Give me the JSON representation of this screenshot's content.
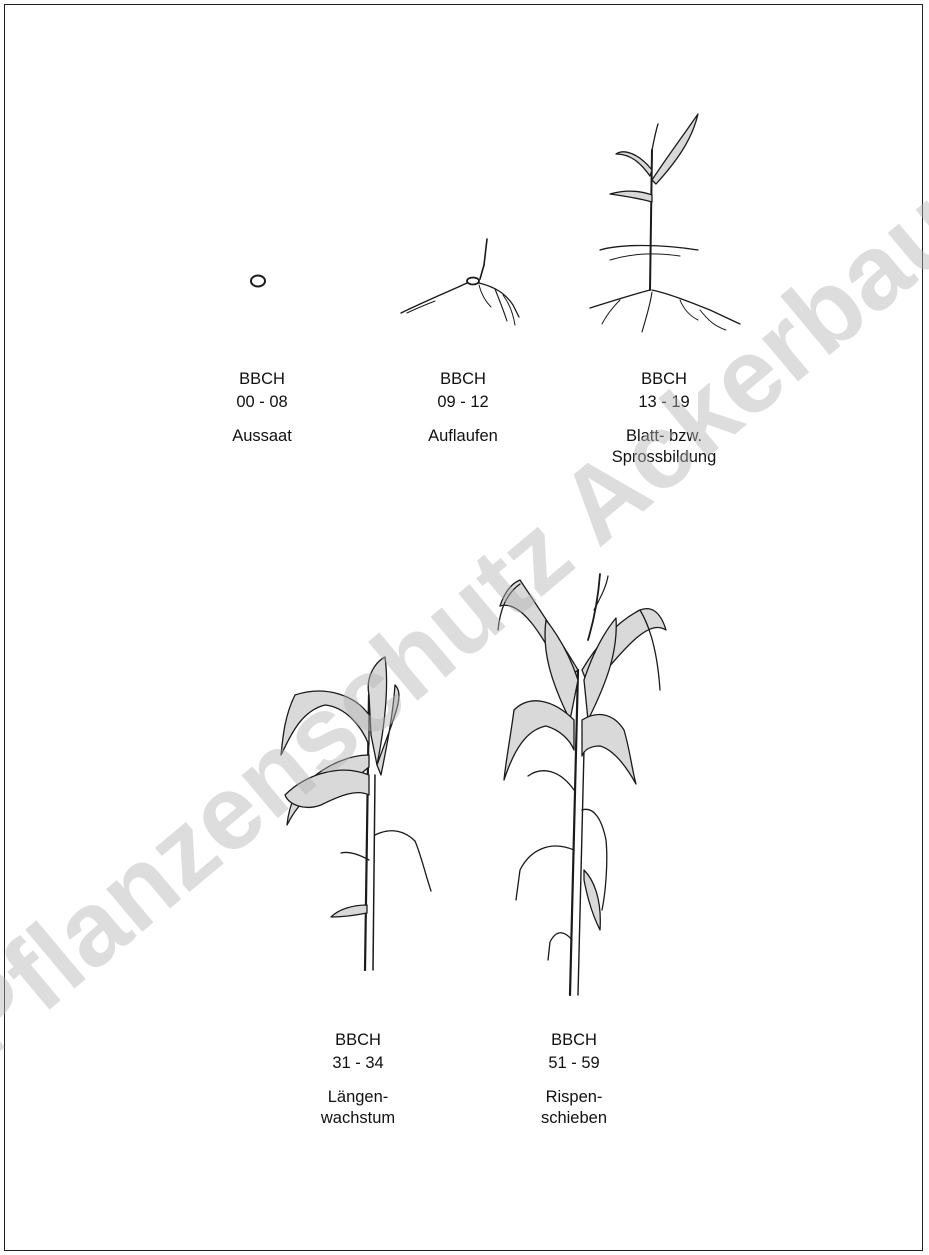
{
  "watermark": "Pflanzenschutz Ackerbau",
  "stages": [
    {
      "bbch_label": "BBCH",
      "range": "00 - 08",
      "desc_lines": [
        "Aussaat"
      ],
      "illustration": "seed"
    },
    {
      "bbch_label": "BBCH",
      "range": "09 - 12",
      "desc_lines": [
        "Auflaufen"
      ],
      "illustration": "emerging-seedling"
    },
    {
      "bbch_label": "BBCH",
      "range": "13 - 19",
      "desc_lines": [
        "Blatt- bzw.",
        "Sprossbildung"
      ],
      "illustration": "young-plant"
    },
    {
      "bbch_label": "BBCH",
      "range": "31 - 34",
      "desc_lines": [
        "Längen-",
        "wachstum"
      ],
      "illustration": "stem-elongation-plant"
    },
    {
      "bbch_label": "BBCH",
      "range": "51 - 59",
      "desc_lines": [
        "Rispen-",
        "schieben"
      ],
      "illustration": "panicle-emergence-plant"
    }
  ]
}
